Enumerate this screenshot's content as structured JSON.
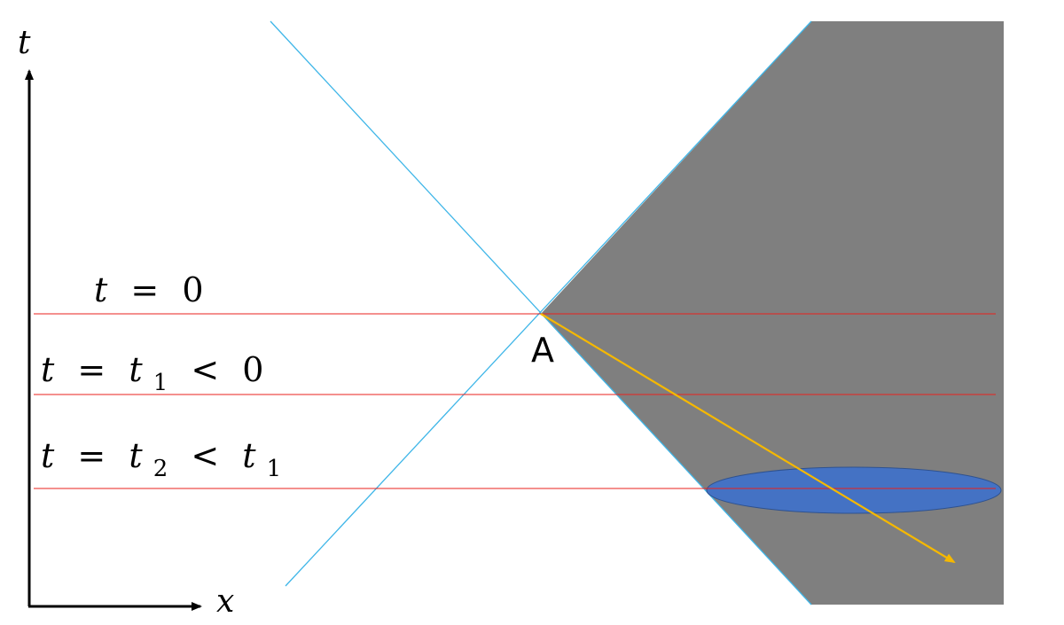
{
  "axes": {
    "x_label": "x",
    "t_label": "t"
  },
  "point": {
    "label": "A"
  },
  "slices": [
    {
      "lhs": "t",
      "eq": "=",
      "rhs": "0",
      "sub": "",
      "rel": "",
      "rhs2": "",
      "sub2": ""
    },
    {
      "lhs": "t",
      "eq": "=",
      "rhs": "t",
      "sub": "1",
      "rel": "<",
      "rhs2": "0",
      "sub2": ""
    },
    {
      "lhs": "t",
      "eq": "=",
      "rhs": "t",
      "sub": "2",
      "rel": "<",
      "rhs2": "t",
      "sub2": "1"
    }
  ],
  "colors": {
    "light_cone": "#3fb6e8",
    "slice_lines": "#e8201c",
    "shaded_region": "#7f7f7f",
    "ellipse_fill": "#4472c4",
    "ellipse_stroke": "#2f528f",
    "arrow": "#f5b800",
    "axes": "#000000"
  }
}
